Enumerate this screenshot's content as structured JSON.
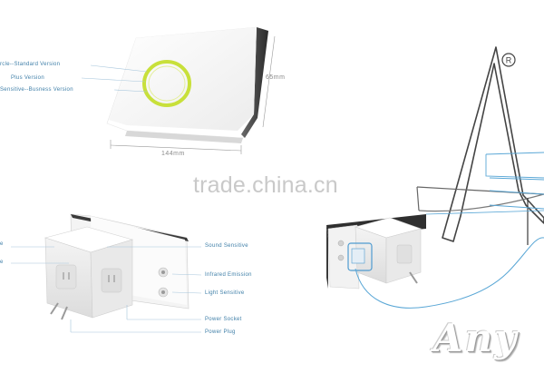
{
  "device_top": {
    "callouts": [
      "rcle--Standard Version",
      "Plus Version",
      "Sensitive--Busness Version"
    ],
    "width_dim": "144mm",
    "height_dim": "65mm"
  },
  "device_bottom": {
    "left_callouts": [
      "e",
      "e"
    ],
    "right_callouts": [
      "Sound Sensitive",
      "Infrared Emission",
      "Light Sensitive",
      "Power Socket",
      "Power Plug"
    ]
  },
  "watermark": "trade.china.cn",
  "brand": {
    "registered_symbol": "®",
    "logo_letter": "A",
    "wordmark": "Any"
  },
  "colors": {
    "accent_ring": "#c8e03a",
    "callout_text": "#3f7fa8",
    "wire": "#5aa7d6"
  }
}
